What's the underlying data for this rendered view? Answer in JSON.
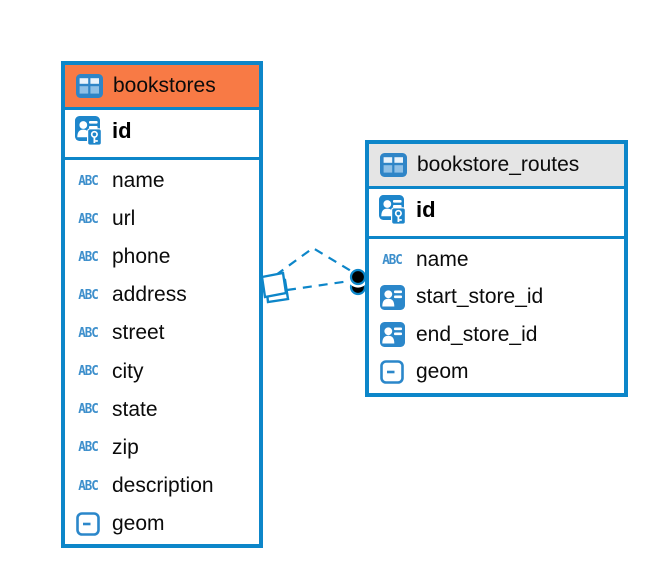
{
  "diagram": {
    "background_color": "#ffffff",
    "accent_blue": "#0D86C9",
    "tables": [
      {
        "name": "bookstores",
        "header_color": "#F87A45",
        "primary_key": {
          "name": "id"
        },
        "columns": [
          {
            "name": "name",
            "type": "text"
          },
          {
            "name": "url",
            "type": "text"
          },
          {
            "name": "phone",
            "type": "text"
          },
          {
            "name": "address",
            "type": "text"
          },
          {
            "name": "street",
            "type": "text"
          },
          {
            "name": "city",
            "type": "text"
          },
          {
            "name": "state",
            "type": "text"
          },
          {
            "name": "zip",
            "type": "text"
          },
          {
            "name": "description",
            "type": "text"
          },
          {
            "name": "geom",
            "type": "geometry"
          }
        ]
      },
      {
        "name": "bookstore_routes",
        "header_color": "#E5E5E5",
        "primary_key": {
          "name": "id"
        },
        "columns": [
          {
            "name": "name",
            "type": "text"
          },
          {
            "name": "start_store_id",
            "type": "foreign-key"
          },
          {
            "name": "end_store_id",
            "type": "foreign-key"
          },
          {
            "name": "geom",
            "type": "geometry"
          }
        ]
      }
    ],
    "relationship": {
      "from_table": "bookstore_routes",
      "to_table": "bookstores",
      "style": "dashed",
      "line_color": "#0D86C9",
      "end_marker_to": "diamond",
      "end_marker_from": "filled-circle",
      "link_count": 2
    },
    "icon_glyphs": {
      "text_type": "ABC"
    }
  }
}
